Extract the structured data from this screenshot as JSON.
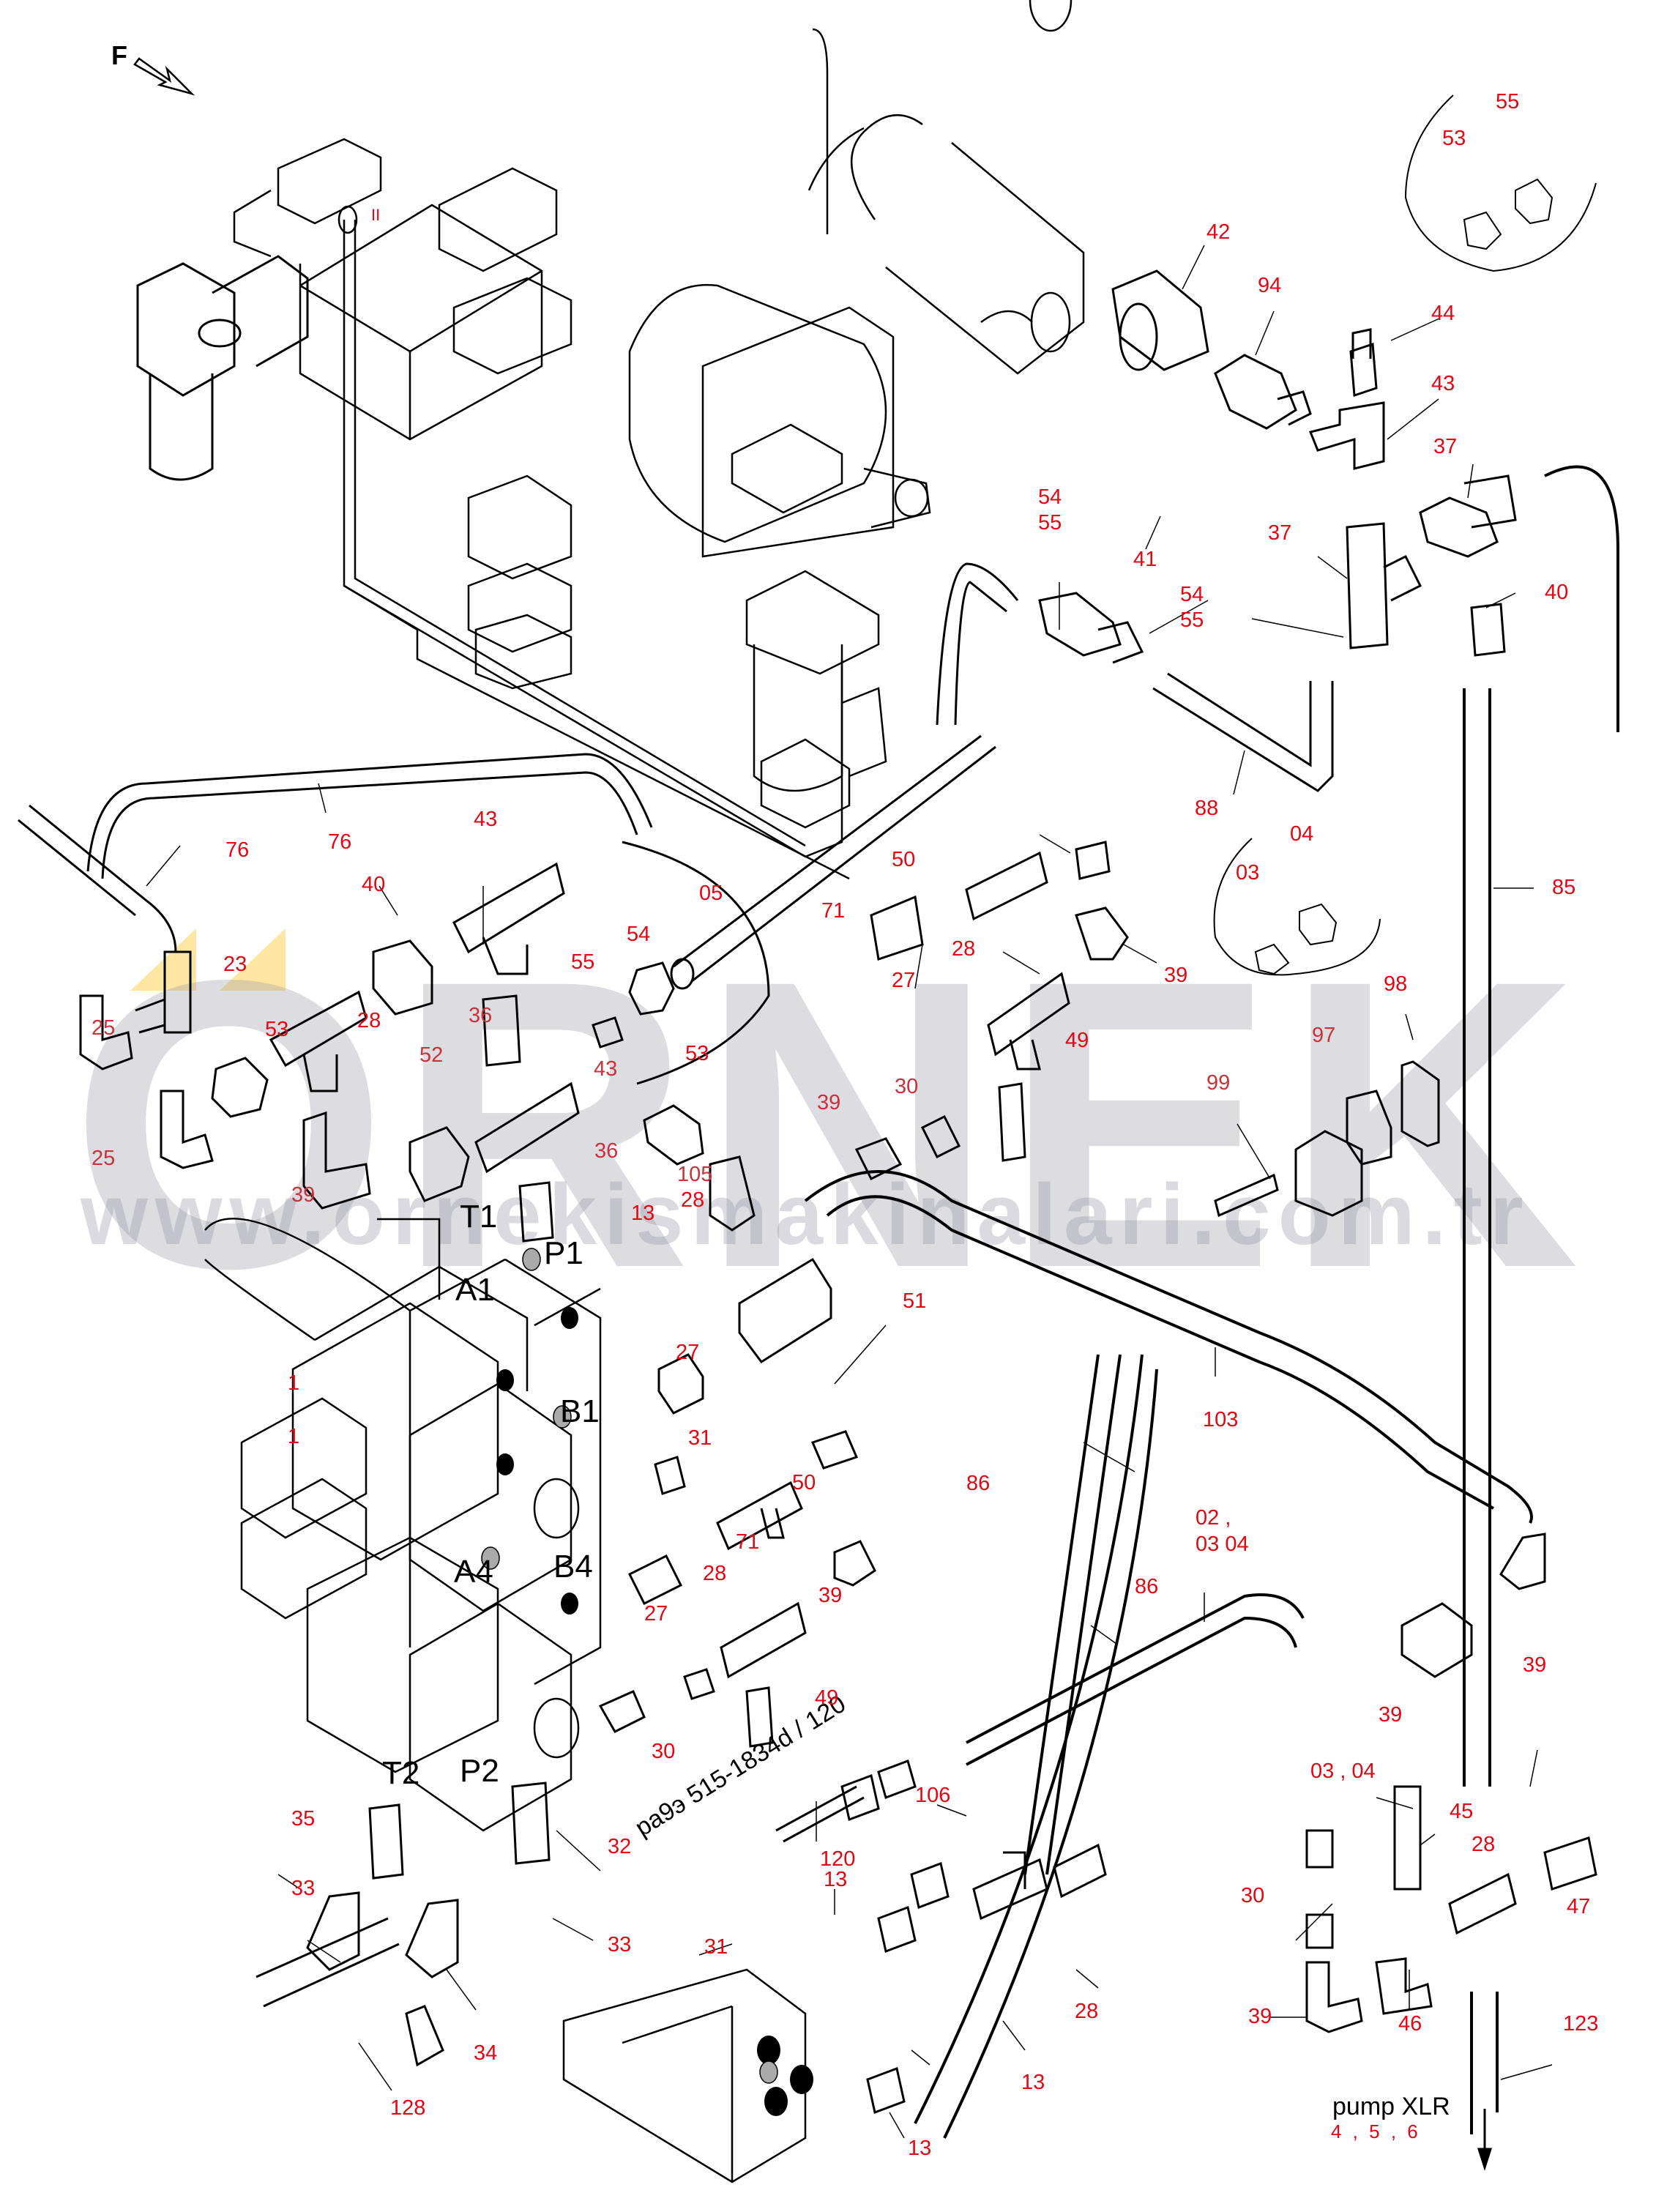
{
  "diagram": {
    "direction_marker": "F",
    "ports": [
      "T1",
      "P1",
      "A1",
      "B1",
      "A4",
      "B4",
      "T2",
      "P2"
    ],
    "notes": {
      "reference": "pa9э 515-1834d / 120",
      "pump": "pump XLR",
      "pump_items": "4 , 5 , 6"
    },
    "watermark": {
      "brand": "ORNEK",
      "url": "www.ornekismakinalari.com.tr"
    },
    "callouts": [
      "II",
      "55",
      "53",
      "42",
      "94",
      "44",
      "43",
      "37",
      "54 55",
      "41",
      "37",
      "54 55",
      "40",
      "88",
      "04",
      "03",
      "85",
      "76",
      "76",
      "43",
      "40",
      "05",
      "54",
      "55",
      "50",
      "71",
      "39",
      "27",
      "28",
      "23",
      "25",
      "53",
      "28",
      "36",
      "52",
      "43",
      "53",
      "49",
      "30",
      "39",
      "98",
      "97",
      "99",
      "25",
      "39",
      "36",
      "105",
      "28",
      "13",
      "51",
      "27",
      "31",
      "103",
      "1",
      "1",
      "50",
      "86",
      "71",
      "39",
      "02 , 03 04",
      "27",
      "28",
      "86",
      "39",
      "39",
      "49",
      "30",
      "03 , 04",
      "45",
      "35",
      "32",
      "106",
      "120",
      "28",
      "47",
      "30",
      "33",
      "33",
      "13",
      "31",
      "39",
      "46",
      "123",
      "34",
      "28",
      "49",
      "13",
      "128",
      "13"
    ]
  },
  "colors": {
    "callout": "#e30613",
    "line": "#000000",
    "watermark": "#9696a5"
  }
}
